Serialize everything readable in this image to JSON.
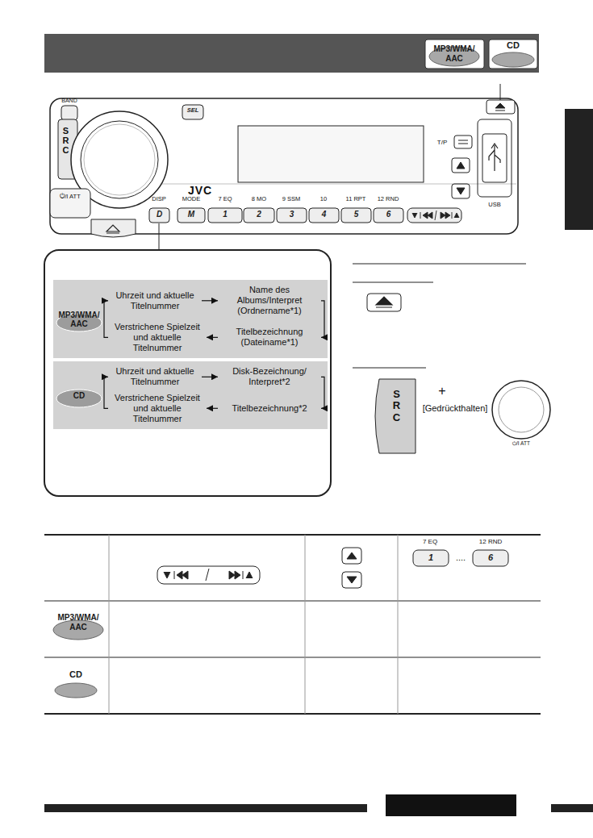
{
  "diagram": {
    "nodes": [
      {
        "text": [
          "MP3/WMA/ AAC"
        ]
      },
      {
        "text": [
          "Uhrzeit und aktuelle Titelnummer"
        ],
        "in": 0
      },
      {
        "text": [
          "Name des Albums/Interpret (Ordnername*1)"
        ],
        "in": 0
      },
      {
        "text": [
          "Titelbezeichnung (Dateiname*1)"
        ],
        "in": 0
      },
      {
        "text": [
          "Verstrichene Spielzeit und aktuelle Titelnummer"
        ],
        "in": 0
      },
      {
        "text": [
          "CD"
        ]
      },
      {
        "text": [
          "Uhrzeit und aktuelle Titelnummer"
        ],
        "in": 5
      },
      {
        "text": [
          "Disk-Bezeichnung/ Interpret*2"
        ],
        "in": 5
      },
      {
        "text": [
          "Titelbezeichnung*2"
        ],
        "in": 5
      },
      {
        "text": [
          "Verstrichene Spielzeit und aktuelle Titelnummer"
        ],
        "in": 5
      }
    ],
    "edges": [
      {
        "from": 1,
        "to": 2,
        "arrow": "to"
      },
      {
        "from": 2,
        "to": 3,
        "arrow": "to"
      },
      {
        "from": 3,
        "to": 4,
        "arrow": "to"
      },
      {
        "from": 4,
        "to": 1,
        "arrow": "to"
      },
      {
        "from": 6,
        "to": 7,
        "arrow": "to"
      },
      {
        "from": 7,
        "to": 8,
        "arrow": "to"
      },
      {
        "from": 8,
        "to": 9,
        "arrow": "to"
      },
      {
        "from": 9,
        "to": 6,
        "arrow": "to"
      }
    ],
    "labels": [
      "MP3/WMA/ AAC",
      "CD",
      "BAND",
      "SEL",
      "SRC",
      "⏻/I ATT",
      "JVC",
      "T/P",
      "DISP",
      "MODE",
      "7 EQ",
      "8 MO",
      "9 SSM",
      "10",
      "11 RPT",
      "12 RND",
      "D",
      "M",
      "1",
      "2",
      "3",
      "4",
      "5",
      "6",
      "USB",
      "SRC",
      "+",
      "[Gedrückthalten]",
      "⏻/I ATT",
      "7 EQ",
      "12 RND",
      "1",
      "....",
      "6",
      "MP3/WMA/ AAC",
      "CD"
    ]
  }
}
